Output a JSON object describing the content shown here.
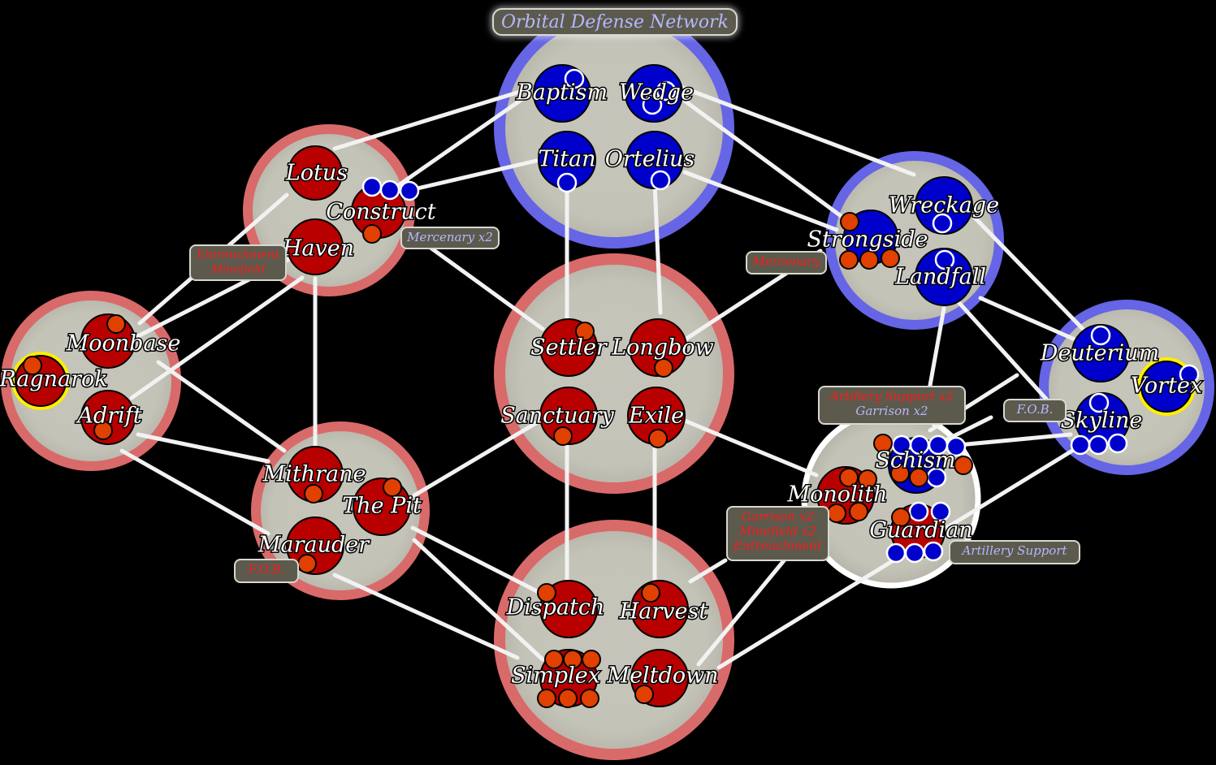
{
  "title": "Orbital Defense Network",
  "colors": {
    "red_region_border": "#d96a6a",
    "blue_region_border": "#6565e6",
    "neutral_region_border": "#ffffff",
    "region_fill": "#c4c3b8",
    "red_node": "#b80000",
    "blue_node": "#0000cc",
    "red_token": "#e04000",
    "blue_token": "#0000cc",
    "capital_ring": "#ffee00",
    "link": "#f2f2f2"
  },
  "nodes": {
    "baptism": "Baptism",
    "wedge": "Wedge",
    "titan": "Titan",
    "ortelius": "Ortelius",
    "lotus": "Lotus",
    "construct": "Construct",
    "haven": "Haven",
    "wreckage": "Wreckage",
    "strongside": "Strongside",
    "landfall": "Landfall",
    "moonbase": "Moonbase",
    "ragnarok": "Ragnarok",
    "adrift": "Adrift",
    "settler": "Settler",
    "longbow": "Longbow",
    "sanctuary": "Sanctuary",
    "exile": "Exile",
    "deuterium": "Deuterium",
    "vortex": "Vortex",
    "skyline": "Skyline",
    "mithrane": "Mithrane",
    "the_pit": "The Pit",
    "marauder": "Marauder",
    "schism": "Schism",
    "monolith": "Monolith",
    "guardian": "Guardian",
    "dispatch": "Dispatch",
    "harvest": "Harvest",
    "simplex": "Simplex",
    "meltdown": "Meltdown"
  },
  "tags": {
    "haven_entrenchment": "Entrenchment",
    "haven_minefield": "Minefield",
    "construct_mercenary": "Mercenary x2",
    "strongside_mercenary": "Mercenary",
    "schism_artillery": "Artillery Support x2",
    "schism_garrison": "Garrison x2",
    "skyline_fob": "F.O.B.",
    "marauder_fob": "F.O.B.",
    "monolith_garrison": "Garrison x2",
    "monolith_minefield": "Minefield x2",
    "monolith_entrenchment": "Entrenchment",
    "guardian_artillery": "Artillery Support"
  }
}
